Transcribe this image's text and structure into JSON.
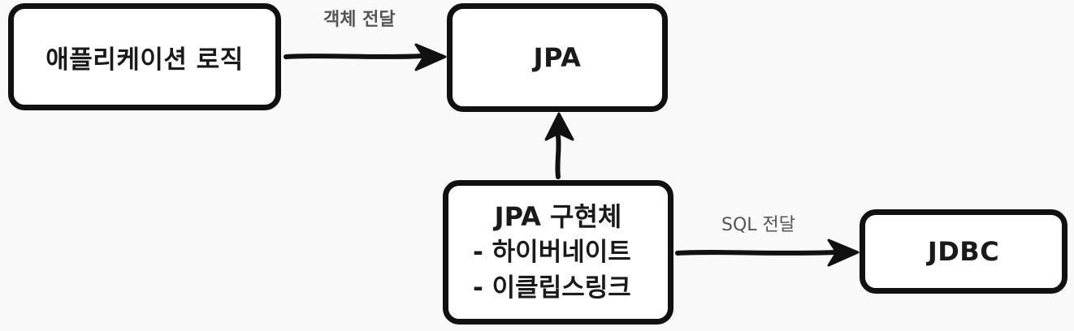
{
  "diagram": {
    "nodes": {
      "app": {
        "label": "애플리케이션 로직"
      },
      "jpa": {
        "label": "JPA"
      },
      "impl": {
        "title": "JPA 구현체",
        "items": [
          "- 하이버네이트",
          "- 이클립스링크"
        ]
      },
      "jdbc": {
        "label": "JDBC"
      }
    },
    "edges": {
      "app_to_jpa": {
        "label": "객체 전달"
      },
      "impl_to_jpa": {
        "label": ""
      },
      "impl_to_jdbc": {
        "label": "SQL 전달"
      }
    }
  }
}
